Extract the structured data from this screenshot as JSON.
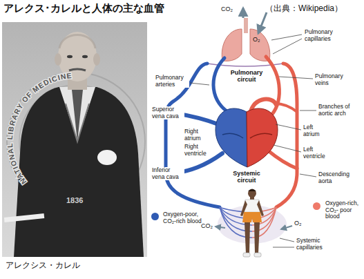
{
  "diagram": {
    "title": "アレクス･カレルと人体の主な血管",
    "caption": "アレクシス・カレル",
    "labels": [
      "（出典：Wikipedia）",
      "NATIONAL LIBRARY OF MEDICINE",
      "1836",
      "CO₂",
      "O₂",
      "Pulmonary capillaries",
      "Pulmonary arteries",
      "Pulmonary circuit",
      "Pulmonary veins",
      "Superior vena cava",
      "Branches of aortic arch",
      "Left atrium",
      "Right atrium",
      "Right ventricle",
      "Left ventricle",
      "Systemic circuit",
      "Inferior vena cava",
      "Descending aorta",
      "CO₂",
      "O₂",
      "Systemic capillaries"
    ],
    "legend": [
      {
        "text": "Oxygen-poor, CO₂-rich blood",
        "color": "#2f5bb3"
      },
      {
        "text": "Oxygen-rich, CO₂- poor blood",
        "color": "#ef7a6a"
      }
    ]
  }
}
